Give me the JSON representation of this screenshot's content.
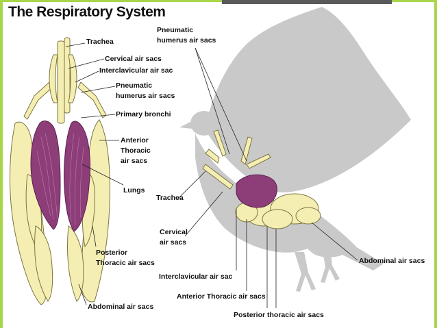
{
  "title": "The Respiratory System",
  "colors": {
    "air_sac": "#f5eeb2",
    "air_sac_stroke": "#7a7440",
    "lung": "#8d3d78",
    "bird_silhouette": "#c9c9c9",
    "frame_accent": "#a8d64a"
  },
  "labels": {
    "pneumatic_top_1": "Pneumatic",
    "pneumatic_top_2": "humerus air sacs",
    "trachea_left": "Trachea",
    "cervical_left": "Cervical air sacs",
    "interclavicular_left": "Interclavicular air sac",
    "pneumatic_left_1": "Pneumatic",
    "pneumatic_left_2": "humerus air sacs",
    "primary_bronchi": "Primary bronchi",
    "anterior_left_1": "Anterior",
    "anterior_left_2": "Thoracic",
    "anterior_left_3": "air sacs",
    "lungs": "Lungs",
    "trachea_right": "Trachea",
    "cervical_right_1": "Cervical",
    "cervical_right_2": "air sacs",
    "posterior_left_1": "Posterior",
    "posterior_left_2": "Thoracic air sacs",
    "abdominal_right": "Abdominal air sacs",
    "interclavicular_right": "Interclavicular air sac",
    "anterior_right": "Anterior Thoracic air sacs",
    "abdominal_left": "Abdominal air sacs",
    "posterior_right": "Posterior thoracic air sacs"
  }
}
